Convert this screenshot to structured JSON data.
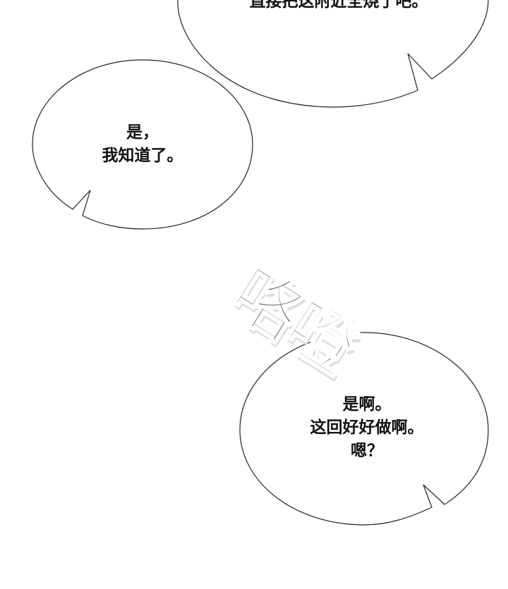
{
  "bubbles": [
    {
      "lines": [
        "直接把这附近全烧了吧。"
      ]
    },
    {
      "lines": [
        "是，",
        "我知道了。"
      ]
    },
    {
      "lines": [
        "是啊。",
        "这回好好做啊。",
        "嗯？"
      ]
    }
  ],
  "sfx": {
    "text": "咯噔",
    "color": "#6a6a6a"
  }
}
